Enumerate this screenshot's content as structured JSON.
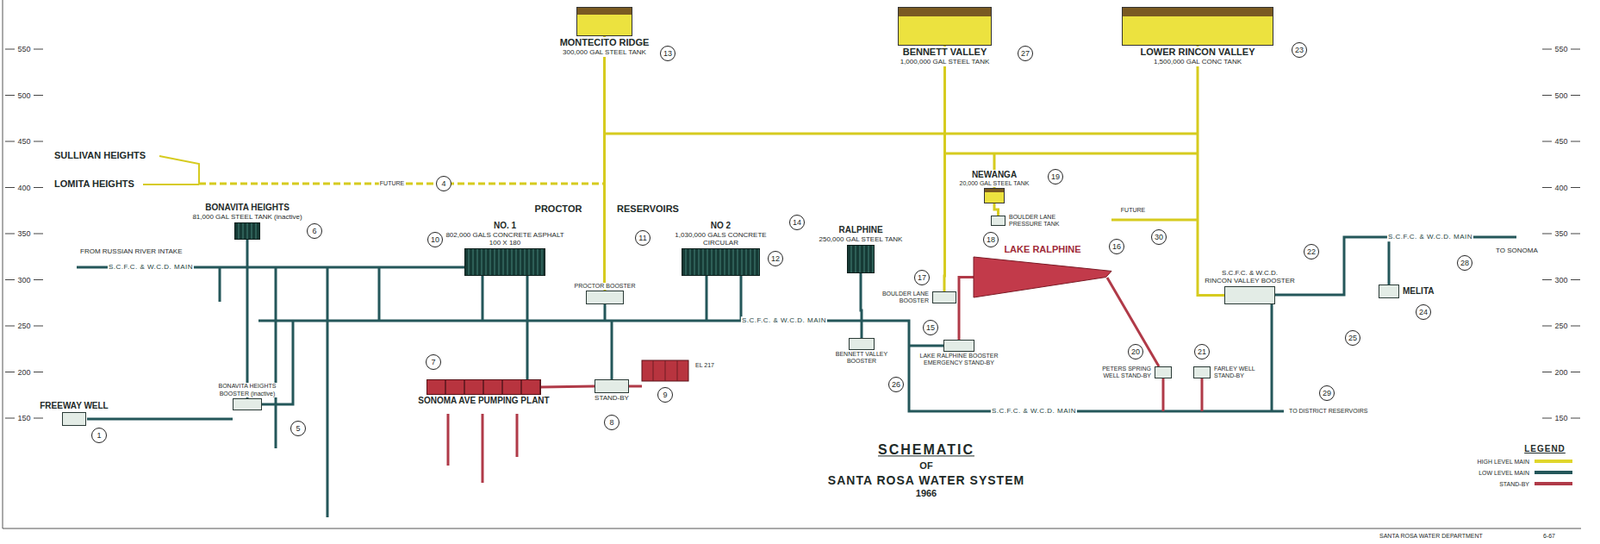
{
  "diagram": {
    "title": "SCHEMATIC",
    "nodes": [
      {
        "text": [
          "MONTECITO RIDGE",
          "300,000 GAL STEEL TANK"
        ]
      },
      {
        "text": [
          "BENNETT VALLEY",
          "1,000,000 GAL STEEL TANK"
        ]
      },
      {
        "text": [
          "LOWER RINCON VALLEY",
          "1,500,000 GAL CONC TANK"
        ]
      },
      {
        "text": [
          "BONAVITA HEIGHTS",
          "81,000 GAL STEEL TANK (inactive)"
        ]
      },
      {
        "text": [
          "NO. 1",
          "802,000 GALS CONCRETE ASPHALT 100 X 180"
        ]
      },
      {
        "text": [
          "NO 2",
          "1,030,000 GALS CONCRETE CIRCULAR"
        ]
      },
      {
        "text": [
          "RALPHINE",
          "250,000 GAL STEEL TANK"
        ]
      },
      {
        "text": [
          "NEWANGA",
          "20,000 GAL STEEL TANK"
        ]
      },
      {
        "text": [
          "PROCTOR BOOSTER"
        ]
      },
      {
        "text": [
          "BOULDER LANE PRESSURE TANK"
        ]
      },
      {
        "text": [
          "BOULDER LANE BOOSTER"
        ]
      },
      {
        "text": [
          "BENNETT VALLEY BOOSTER"
        ]
      },
      {
        "text": [
          "LAKE RALPHINE"
        ]
      },
      {
        "text": [
          "LAKE RALPHINE BOOSTER EMERGENCY STAND-BY"
        ]
      },
      {
        "text": [
          "SONOMA AVE PUMPING PLANT"
        ]
      },
      {
        "text": [
          "STAND-BY"
        ]
      },
      {
        "text": [
          "BONAVITA HEIGHTS BOOSTER (inactive)"
        ]
      },
      {
        "text": [
          "FREEWAY WELL"
        ]
      },
      {
        "text": [
          "PETERS SPRING WELL STAND-BY"
        ]
      },
      {
        "text": [
          "FARLEY WELL STAND-BY"
        ]
      },
      {
        "text": [
          "S.C.F.C. & W.C.D.",
          "RINCON VALLEY BOOSTER"
        ]
      },
      {
        "text": [
          "MELITA"
        ]
      }
    ],
    "edges": [
      {
        "from": 0,
        "to": 8,
        "arrow": "none"
      },
      {
        "from": 1,
        "to": 10,
        "arrow": "none"
      },
      {
        "from": 2,
        "to": 20,
        "arrow": "none"
      },
      {
        "from": 7,
        "to": 9,
        "arrow": "none"
      },
      {
        "from": 3,
        "to": 16,
        "arrow": "none"
      },
      {
        "from": 6,
        "to": 11,
        "arrow": "none"
      },
      {
        "from": 12,
        "to": 13,
        "arrow": "none"
      },
      {
        "from": 15,
        "to": 14,
        "arrow": "none"
      }
    ],
    "labels": [
      "550",
      "500",
      "450",
      "400",
      "350",
      "300",
      "250",
      "200",
      "150",
      "550",
      "500",
      "450",
      "400",
      "350",
      "300",
      "250",
      "200",
      "150",
      "SULLIVAN HEIGHTS",
      "LOMITA HEIGHTS",
      "FUTURE",
      "4",
      "6",
      "FROM RUSSIAN RIVER INTAKE",
      "S.C.F.C. & W.C.D. MAIN",
      "PROCTOR",
      "RESERVOIRS",
      "10",
      "11",
      "12",
      "13",
      "27",
      "23",
      "14",
      "19",
      "18",
      "17",
      "16",
      "15",
      "26",
      "FUTURE",
      "30",
      "S.C.F.C. & W.C.D. MAIN",
      "22",
      "20",
      "21",
      "S.C.F.C. & W.C.D. MAIN",
      "TO DISTRICT RESERVOIRS",
      "29",
      "S.C.F.C. & W.C.D. MAIN",
      "TO SONOMA",
      "28",
      "24",
      "25",
      "7",
      "8",
      "9",
      "EL 217",
      "5",
      "1",
      "OF",
      "SANTA ROSA WATER SYSTEM",
      "1966",
      "LEGEND",
      "SANTA ROSA WATER DEPARTMENT",
      "6-67"
    ],
    "legend": [
      {
        "text": "HIGH LEVEL MAIN",
        "color": "#e0d62c"
      },
      {
        "text": "LOW LEVEL MAIN",
        "color": "#24575a"
      },
      {
        "text": "STAND-BY",
        "color": "#b03a48"
      }
    ]
  }
}
